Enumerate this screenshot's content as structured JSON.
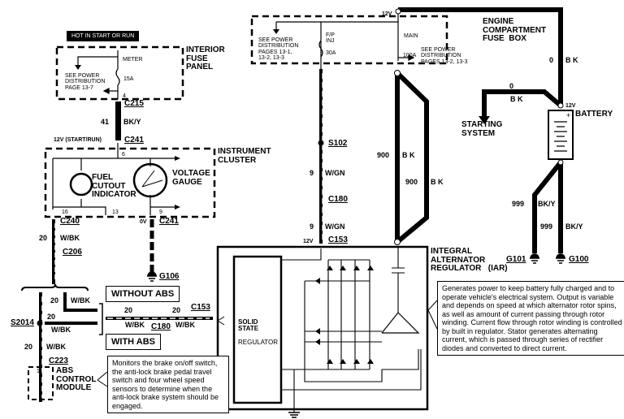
{
  "diagram": {
    "hot_label": "HOT IN START OR RUN",
    "interior_fuse_panel": {
      "title": "INTERIOR\nFUSE\nPANEL",
      "fuse_name": "METER",
      "fuse_rating": "15A",
      "pin": "4",
      "see_power": "SEE POWER\nDISTRIBUTION\nPAGE 13-7"
    },
    "engine_fuse_box": {
      "title": "ENGINE\nCOMPARTMENT\nFUSE  BOX",
      "voltage": "12V",
      "fuse1_name": "F/P\nINJ",
      "fuse1_rating": "30A",
      "fuse2_name": "MAIN",
      "fuse2_rating": "100A",
      "see_power_left": "SEE POWER\nDISTRIBUTION\nPAGES 13-1,\n13-2, 13-3",
      "see_power_right": "SEE POWER\nDISTRIBUTION\nPAGES 13-2, 13-3"
    },
    "battery": {
      "title": "BATTERY",
      "voltage": "12V",
      "plus": "+",
      "minus": "-"
    },
    "starting_system": "STARTING\nSYSTEM",
    "instrument_cluster": {
      "title": "INSTRUMENT\nCLUSTER",
      "fuel_indicator": "FUEL\nCUTOUT\nINDICATOR",
      "voltage_gauge": "VOLTAGE\nGAUGE",
      "supply_label": "12V (START/RUN)",
      "ground_label": "0V",
      "pins": [
        "6",
        "16",
        "13",
        "9"
      ]
    },
    "connectors": {
      "c215": "C215",
      "c241_top": "C241",
      "c241_bottom": "C241",
      "c240": "C240",
      "c206": "C206",
      "c223": "C223",
      "c153_top": "C153",
      "c153_left": "C153",
      "c180_main": "C180",
      "c180_abs": "C180",
      "s102": "S102",
      "s2014": "S2014",
      "g106": "G106",
      "g101": "G101",
      "g100": "G100"
    },
    "wires": {
      "w41": {
        "circuit": "41",
        "color": "BK/Y"
      },
      "w20_a": {
        "circuit": "20",
        "color": "W/BK"
      },
      "w20_b": {
        "circuit": "20",
        "color": "W/BK"
      },
      "w20_c": {
        "circuit": "20",
        "color": "W/BK"
      },
      "w20_d": {
        "circuit": "20",
        "color": "W/BK"
      },
      "w20_e": {
        "circuit": "20",
        "color": "W/BK"
      },
      "w20_f": {
        "circuit": "20",
        "color": "W/BK"
      },
      "w9_a": {
        "circuit": "9",
        "color": "W/GN"
      },
      "w9_b": {
        "circuit": "9",
        "color": "W/GN"
      },
      "w900_a": {
        "circuit": "900",
        "color": "B K"
      },
      "w900_b": {
        "circuit": "900",
        "color": "B K"
      },
      "w0_a": {
        "circuit": "0",
        "color": "B K"
      },
      "w0_b": {
        "circuit": "0",
        "color": "B K"
      },
      "w999_a": {
        "circuit": "999",
        "color": "BK/Y"
      },
      "w999_b": {
        "circuit": "999",
        "color": "BK/Y"
      }
    },
    "abs": {
      "without_abs": "WITHOUT  ABS",
      "with_abs": "WITH  ABS",
      "module_title": "ABS\nCONTROL\nMODULE",
      "module_pin": "11",
      "note": "Monitors the brake on/off switch, the anti-lock brake pedal travel switch and four wheel speed sensors to determine when the anti-lock brake system should be engaged."
    },
    "alternator": {
      "title": "INTEGRAL\nALTERNATOR\nREGULATOR   (IAR)",
      "voltage": "12V",
      "regulator_title": "SOLID\nSTATE",
      "regulator_sub": "REGULATOR",
      "note": "Generates power to keep battery fully charged and to operate vehicle's electrical system. Output is variable and depends on speed at which alternator rotor spins, as well as amount of current passing through rotor winding. Current flow through rotor winding is controlled by built in regulator. Stator generates alternating current, which is passed through series of rectifier diodes and converted to direct current."
    }
  }
}
